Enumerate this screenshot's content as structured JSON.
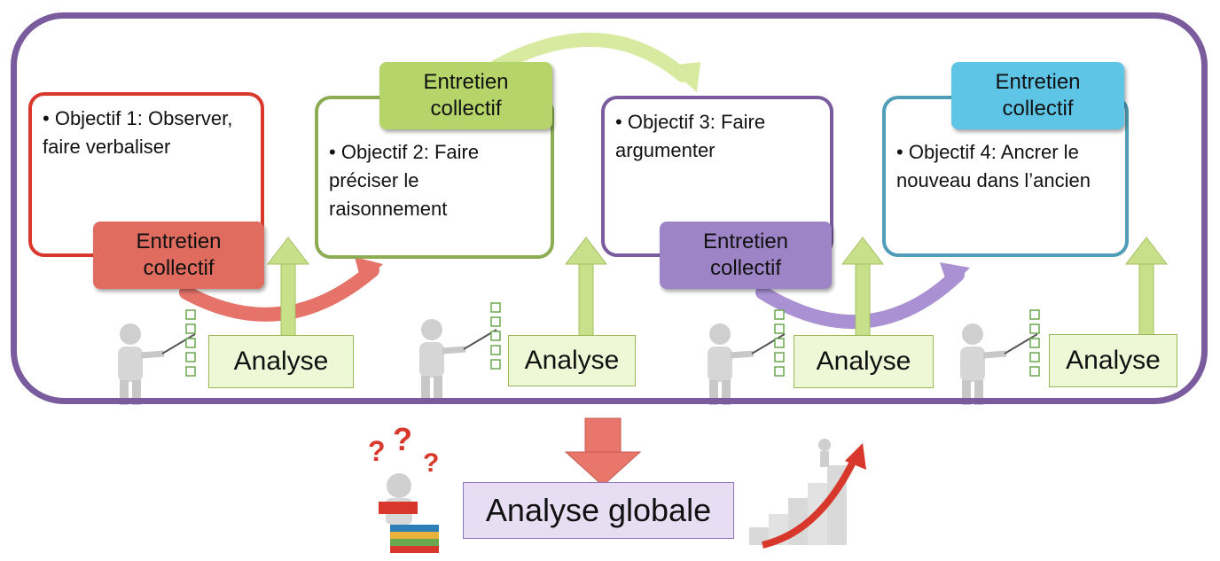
{
  "objectives": [
    {
      "text": "Objectif 1: Observer, faire verbaliser",
      "color": "#d9372b"
    },
    {
      "text": "Objectif 2: Faire préciser le raisonnement",
      "color": "#8dad54"
    },
    {
      "text": "Objectif 3: Faire argumenter",
      "color": "#7a5c9e"
    },
    {
      "text": "Objectif 4: Ancrer le nouveau dans l’ancien",
      "color": "#4f9db8"
    }
  ],
  "entretien": [
    {
      "line1": "Entretien",
      "line2": "collectif",
      "color": "#e06b5f"
    },
    {
      "line1": "Entretien",
      "line2": "collectif",
      "color": "#b5d46a"
    },
    {
      "line1": "Entretien",
      "line2": "collectif",
      "color": "#9d84c6"
    },
    {
      "line1": "Entretien",
      "line2": "collectif",
      "color": "#5ec5e6"
    }
  ],
  "analyse_label": "Analyse",
  "global_label": "Analyse globale",
  "icons": [
    "teacher-pointing-icon",
    "checklist-icon",
    "reader-questions-icon",
    "growth-stairs-icon"
  ]
}
